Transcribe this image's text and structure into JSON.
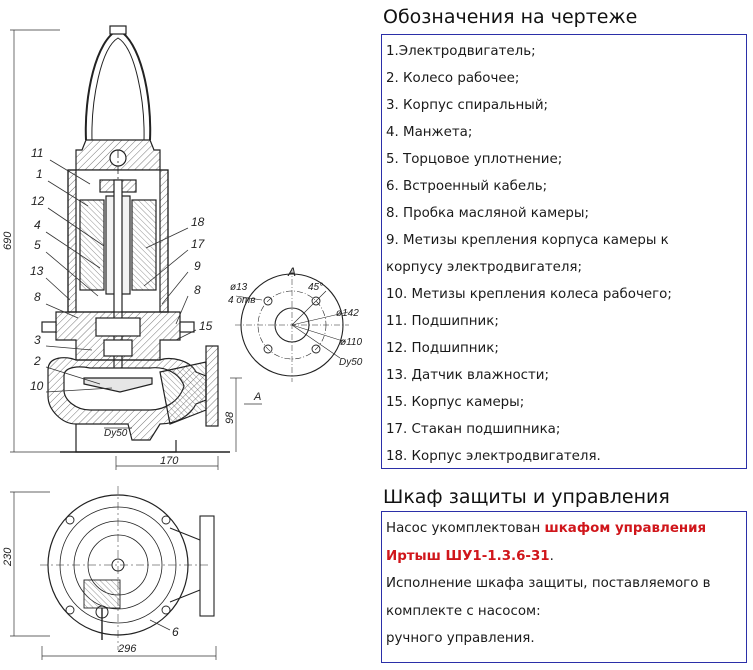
{
  "drawing": {
    "leaders": [
      "11",
      "1",
      "12",
      "4",
      "5",
      "13",
      "8",
      "3",
      "2",
      "10",
      "18",
      "17",
      "9",
      "8",
      "15",
      "6"
    ],
    "dims": {
      "height_total": "690",
      "height_98": "98",
      "len_170": "170",
      "dy50_outlet": "Dy50",
      "width_230": "230",
      "width_296": "296"
    },
    "section_marker": "А",
    "flange": {
      "title": "А",
      "angle": "45°",
      "holes_dia": "ø13",
      "holes_count": "4 отв",
      "d142": "ø142",
      "d110": "ø110",
      "dy50": "Dy50"
    }
  },
  "legend": {
    "title": "Обозначения на чертеже",
    "lines": [
      "1.Электродвигатель;",
      "2. Колесо рабочее;",
      "3. Корпус спиральный;",
      "4. Манжета;",
      "5. Торцовое уплотнение;",
      "6. Встроенный кабель;",
      "8. Пробка масляной камеры;",
      "9. Метизы крепления корпуса камеры к",
      "корпусу электродвигателя;",
      "10. Метизы крепления колеса рабочего;",
      "11. Подшипник;",
      "12. Подшипник;",
      "13. Датчик влажности;",
      "15. Корпус камеры;",
      "17. Стакан подшипника;",
      "18. Корпус электродвигателя."
    ]
  },
  "cabinet": {
    "title": "Шкаф защиты и управления",
    "line1_prefix": "Насос укомплектован ",
    "line1_highlight": "шкафом управления",
    "line2_highlight": "Иртыш ШУ1-1.3.6-31",
    "line2_suffix": ".",
    "line3": "Исполнение шкафа защиты, поставляемого в",
    "line4": "комплекте с насосом:",
    "line5": "ручного управления."
  }
}
